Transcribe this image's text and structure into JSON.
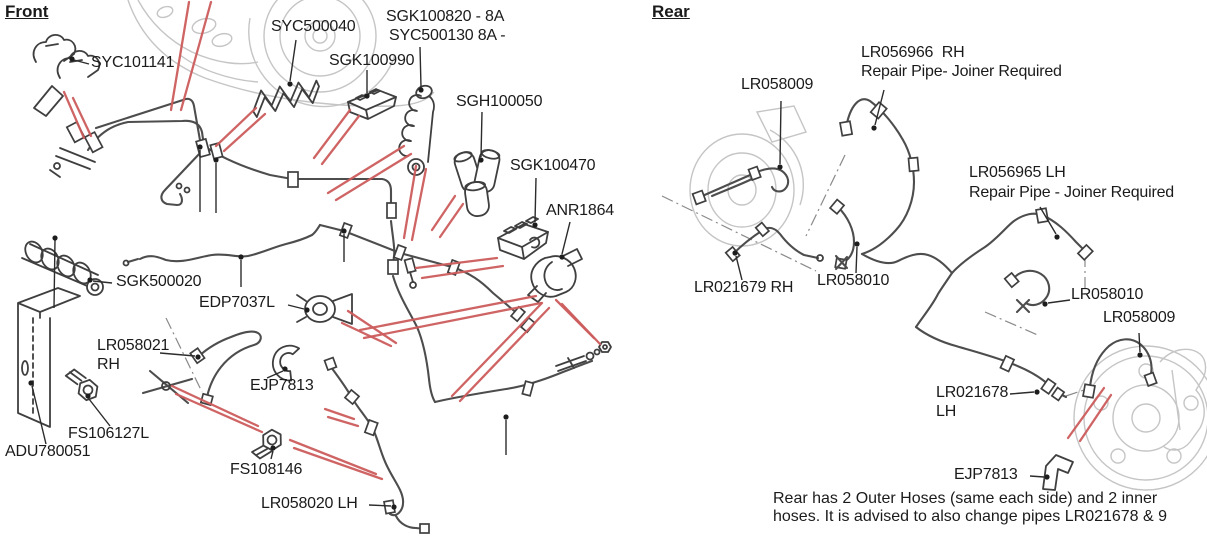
{
  "front": {
    "title": "Front",
    "labels": {
      "syc500040": "SYC500040",
      "sgk100820": "SGK100820 - 8A",
      "syc500130": "SYC500130 8A -",
      "sgk100990": "SGK100990",
      "syc101141": "SYC101141",
      "sgh100050": "SGH100050",
      "sgk100470": "SGK100470",
      "anr1864": "ANR1864",
      "sgk500020": "SGK500020",
      "edp7037l": "EDP7037L",
      "lr058021": "LR058021\nRH",
      "ejp7813": "EJP7813",
      "fs106127l": "FS106127L",
      "adu780051": "ADU780051",
      "fs108146": "FS108146",
      "lr058020": "LR058020 LH"
    }
  },
  "rear": {
    "title": "Rear",
    "labels": {
      "lr056966": "LR056966  RH",
      "lr056966_note": "Repair Pipe- Joiner Required",
      "lr058009_left": "LR058009",
      "lr056965": "LR056965 LH",
      "lr056965_note": "Repair Pipe - Joiner Required",
      "lr021679": "LR021679 RH",
      "lr058010_left": "LR058010",
      "lr058010_right": "LR058010",
      "lr058009_right": "LR058009",
      "lr021678": "LR021678\nLH",
      "ejp7813": "EJP7813"
    },
    "note_line1": "Rear has 2 Outer Hoses (same each side) and 2 inner",
    "note_line2": "hoses. It is advised to also change pipes LR021678 & 9"
  },
  "colors": {
    "leader_red": "#cd5c5c",
    "line_dark": "#4d4d4d",
    "ghost_gray": "#c5c5c5",
    "text": "#1b1b1b"
  }
}
